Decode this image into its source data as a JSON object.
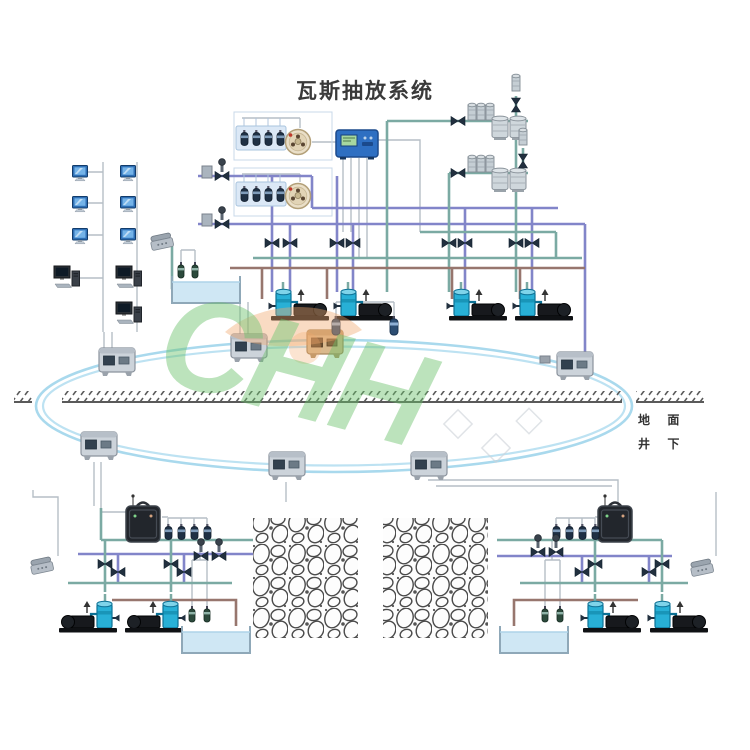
{
  "title": "瓦斯抽放系统",
  "ground_labels": {
    "surface": "地 面",
    "underground": "井 下"
  },
  "watermark": {
    "text": "CHH",
    "green": "#6abf69",
    "orange": "#f2a96d"
  },
  "colors": {
    "bus_purple": "#8285c9",
    "pipe_teal": "#7baaa3",
    "pipe_brown": "#97766e",
    "ring_blue": "#a9d9ed",
    "cable_gray": "#b6bec6",
    "pump_tank_cyan": "#28b0d6",
    "controller_blue": "#2e6fc2",
    "monitor_blue": "#2f6fb5",
    "water_fill": "#cfe7f4",
    "ground_hatch": "#5a5a5a"
  },
  "inventory": {
    "surface_monitoring_computers": 6,
    "surface_workstations": 3,
    "telephones": 3,
    "sensor_panels": 2,
    "flow_meters": 2,
    "surface_controller": 1,
    "pipe_manifolds": 2,
    "surface_pumps": 4,
    "ring_substations": 7,
    "underground_stations": 2,
    "underground_controllers": 2,
    "underground_pumps": 4,
    "water_tanks": 3,
    "goaf_areas": 2
  }
}
